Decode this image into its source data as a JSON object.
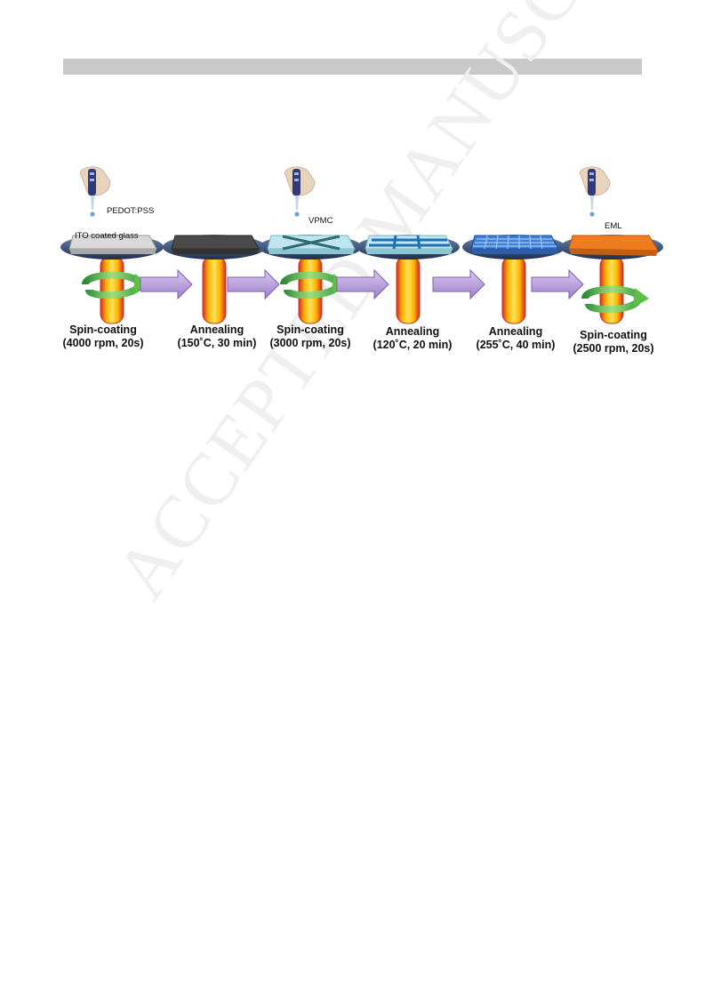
{
  "watermark": "ACCEPTED MANUSCRIPT",
  "steps": [
    {
      "title": "Spin-coating",
      "condition": "(4000 rpm, 20s)"
    },
    {
      "title": "Annealing",
      "condition": "(150˚C, 30 min)"
    },
    {
      "title": "Spin-coating",
      "condition": "(3000 rpm, 20s)"
    },
    {
      "title": "Annealing",
      "condition": "(120˚C, 20 min)"
    },
    {
      "title": "Annealing",
      "condition": "(255˚C, 40 min)"
    },
    {
      "title": "Spin-coating",
      "condition": "(2500 rpm, 20s)"
    }
  ],
  "materials": {
    "pedot": "PEDOT:PSS",
    "substrate": "ITO coated glass",
    "vpmc": "VPMC",
    "eml": "EML"
  },
  "colors": {
    "chuck": "#3d5a80",
    "shaft_yellow": "#ffd21f",
    "shaft_red": "#d7262b",
    "rotation_arrow": "#6cc24a",
    "process_arrow": "#b49ad6",
    "glass": "#d9d9d9",
    "pedot_film": "#4a4a4a",
    "vpmc_film": "#bfe6ee",
    "crosslink": "#1f6fb5",
    "eml_film": "#f07c20"
  },
  "icons": [
    "pipette-icon",
    "rotation-arrow-icon",
    "process-arrow-icon"
  ]
}
